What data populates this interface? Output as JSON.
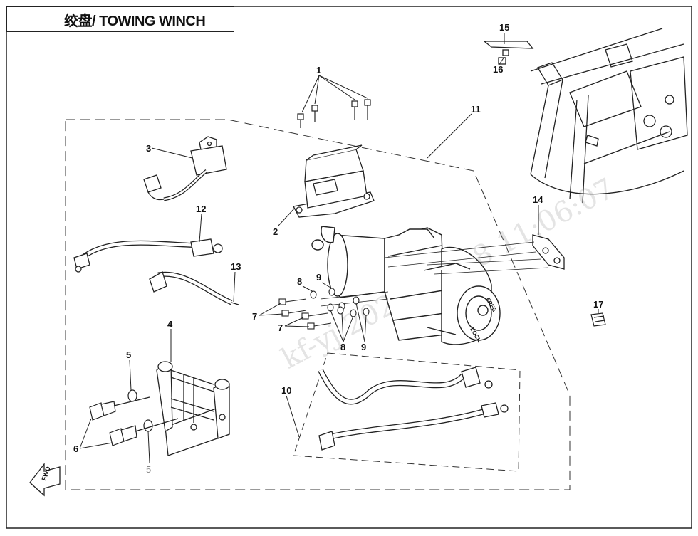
{
  "title": "绞盘/ TOWING WINCH",
  "callouts": {
    "c1": "1",
    "c2": "2",
    "c3": "3",
    "c4": "4",
    "c5a": "5",
    "c5b": "5",
    "c6": "6",
    "c7a": "7",
    "c7b": "7",
    "c8a": "8",
    "c8b": "8",
    "c9a": "9",
    "c9b": "9",
    "c10": "10",
    "c11": "11",
    "c12": "12",
    "c13": "13",
    "c14": "14",
    "c15": "15",
    "c16": "16",
    "c17": "17"
  },
  "fwd_label": "FWD",
  "knob_labels": {
    "free": "FREE",
    "lock": "LOCK"
  },
  "watermark": "kf-yj 2022-01-18 11:06:07"
}
